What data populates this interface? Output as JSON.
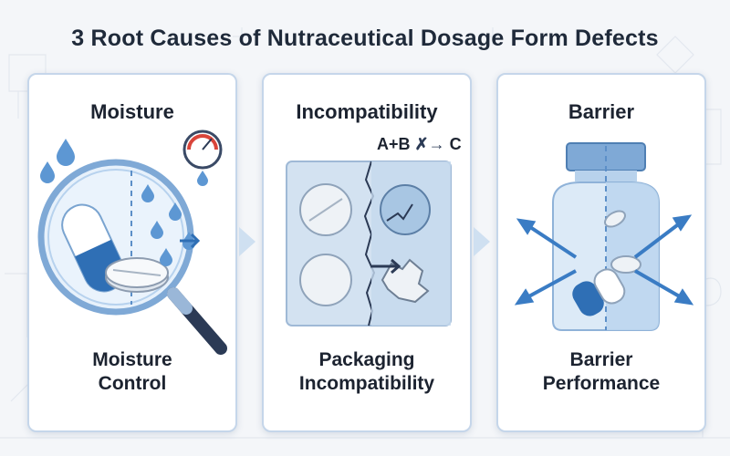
{
  "title": "3 Root Causes of Nutraceutical Dosage Form Defects",
  "panels": [
    {
      "top_label": "Moisture",
      "bottom_lines": [
        "Moisture",
        "Control"
      ]
    },
    {
      "top_label": "Incompatibility",
      "bottom_lines": [
        "Packaging",
        "Incompatibility"
      ],
      "reaction": {
        "left": "A+B",
        "right": "C"
      }
    },
    {
      "top_label": "Barrier",
      "bottom_lines": [
        "Barrier",
        "Performance"
      ]
    }
  ],
  "colors": {
    "accent_blue": "#2f6fb5",
    "light_blue": "#cfe3f5",
    "panel_border": "#c5d6ea",
    "gauge_red": "#d9453a"
  },
  "icons": [
    "water-drop-icon",
    "magnifier-icon",
    "humidity-gauge-icon",
    "capsule-icon",
    "tablet-icon",
    "blister-pack-icon",
    "bottle-icon",
    "arrow-icon"
  ]
}
